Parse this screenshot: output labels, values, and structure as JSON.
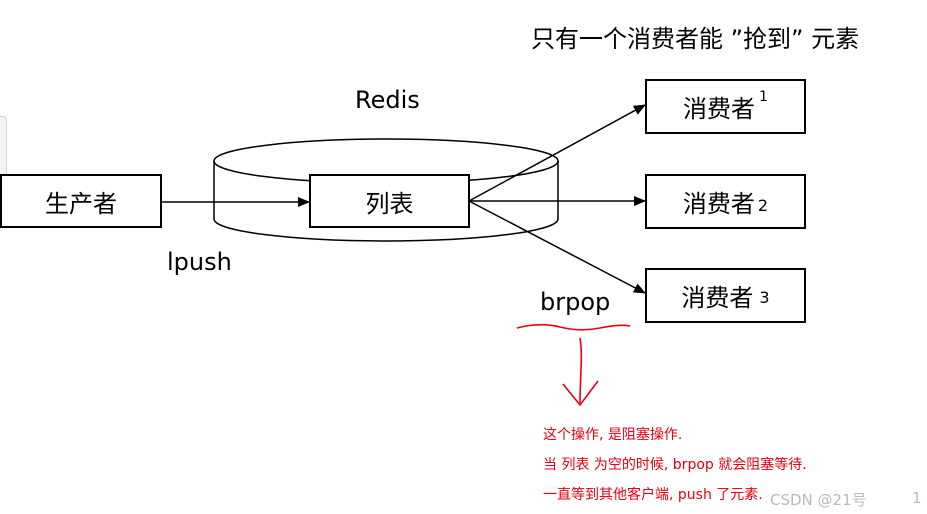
{
  "header": {
    "caption": "只有一个消费者能 ”抢到” 元素"
  },
  "redis_label": "Redis",
  "producer": {
    "label": "生产者"
  },
  "list": {
    "label": "列表"
  },
  "lpush_label": "lpush",
  "brpop_label": "brpop",
  "consumers": [
    {
      "label": "消费者",
      "index": "1"
    },
    {
      "label": "消费者",
      "index": "2"
    },
    {
      "label": "消费者",
      "index": "3"
    }
  ],
  "annotation": {
    "line1": "这个操作, 是阻塞操作.",
    "line2": "当 列表 为空的时候, brpop 就会阻塞等待.",
    "line3": "一直等到其他客户端, push 了元素."
  },
  "watermark": {
    "text": "CSDN @21号",
    "page": "1"
  },
  "colors": {
    "line": "#000000",
    "annotation": "#e60012",
    "watermark": "#b9b9b9"
  }
}
